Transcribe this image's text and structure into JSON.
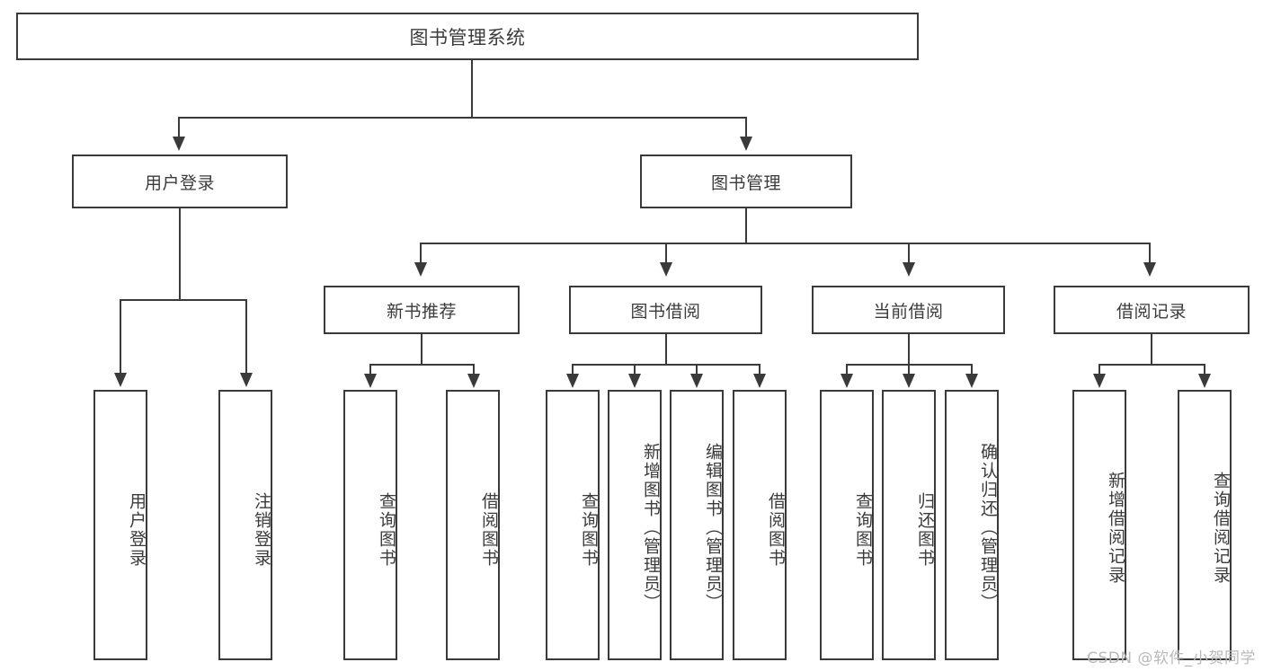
{
  "diagram": {
    "title": "图书管理系统",
    "type": "tree",
    "watermark": "CSDN @软件_小贺同学",
    "stroke_color": "#3a3a3a",
    "text_color": "#3b3b3b",
    "background_color": "#ffffff"
  },
  "root": {
    "label": "图书管理系统"
  },
  "level1": [
    {
      "label": "用户登录"
    },
    {
      "label": "图书管理"
    }
  ],
  "level2": [
    {
      "label": "新书推荐"
    },
    {
      "label": "图书借阅"
    },
    {
      "label": "当前借阅"
    },
    {
      "label": "借阅记录"
    }
  ],
  "leaves": {
    "user_login": [
      {
        "label": "用户登录"
      },
      {
        "label": "注销登录"
      }
    ],
    "new_book_recommend": [
      {
        "label": "查询图书"
      },
      {
        "label": "借阅图书"
      }
    ],
    "book_borrow": [
      {
        "label": "查询图书"
      },
      {
        "label": "新增图书（管理员）"
      },
      {
        "label": "编辑图书（管理员）"
      },
      {
        "label": "借阅图书"
      }
    ],
    "current_borrow": [
      {
        "label": "查询图书"
      },
      {
        "label": "归还图书"
      },
      {
        "label": "确认归还（管理员）"
      }
    ],
    "borrow_record": [
      {
        "label": "新增借阅记录"
      },
      {
        "label": "查询借阅记录"
      }
    ]
  }
}
